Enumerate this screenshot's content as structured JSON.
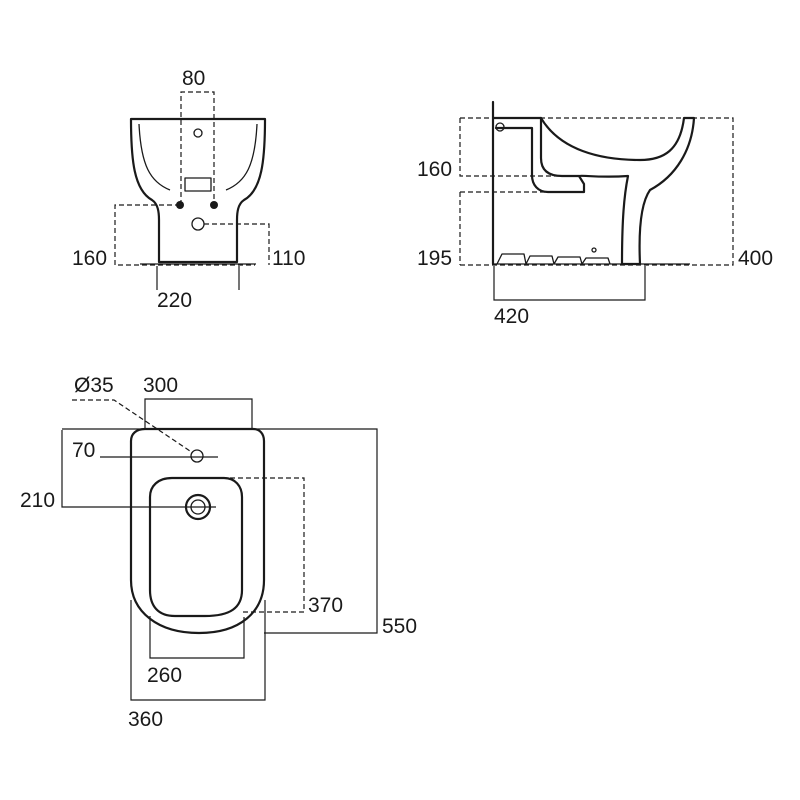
{
  "views": {
    "front": {
      "dims": {
        "pipe_width": "80",
        "height_left": "160",
        "height_right": "110",
        "base_width": "220"
      }
    },
    "side": {
      "dims": {
        "upper_height": "160",
        "lower_height": "195",
        "total_height": "400",
        "depth": "420"
      }
    },
    "top": {
      "dims": {
        "tap_hole_diameter": "Ø35",
        "back_width": "300",
        "tap_offset": "70",
        "waste_offset": "210",
        "bowl_length": "370",
        "total_length": "550",
        "bowl_width": "260",
        "total_width": "360"
      }
    }
  },
  "colors": {
    "line": "#1a1a1a",
    "background": "#ffffff"
  }
}
